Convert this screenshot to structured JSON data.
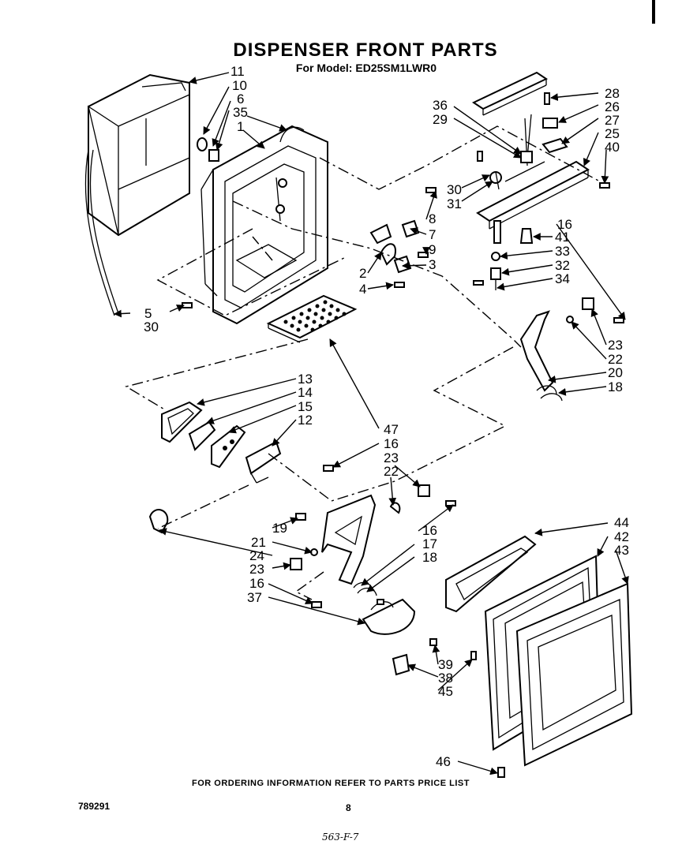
{
  "header": {
    "title": "DISPENSER FRONT PARTS",
    "model": "For Model: ED25SM1LWR0"
  },
  "footer": {
    "note": "FOR ORDERING INFORMATION REFER TO PARTS PRICE LIST",
    "doc_number": "789291",
    "page_number": "8",
    "handwritten": "563-F-7"
  },
  "callouts": [
    "11",
    "10",
    "6",
    "35",
    "1",
    "5",
    "30",
    "36",
    "29",
    "28",
    "26",
    "27",
    "25",
    "40",
    "30",
    "31",
    "8",
    "7",
    "9",
    "3",
    "2",
    "4",
    "16",
    "41",
    "33",
    "32",
    "34",
    "23",
    "22",
    "20",
    "18",
    "13",
    "14",
    "15",
    "12",
    "47",
    "16",
    "23",
    "22",
    "19",
    "21",
    "24",
    "23",
    "16",
    "37",
    "16",
    "17",
    "18",
    "44",
    "42",
    "43",
    "39",
    "38",
    "45",
    "46"
  ]
}
